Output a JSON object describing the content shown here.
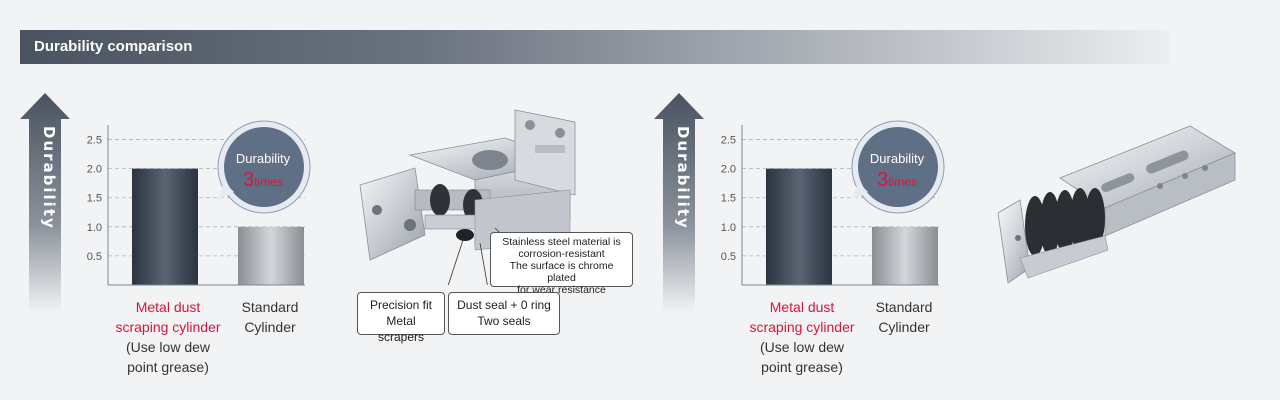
{
  "header": {
    "title": "Durability comparison"
  },
  "colors": {
    "accent_red": "#e0103a",
    "bar_dark": "#3a4452",
    "bar_light": "#9a9ea3",
    "bubble": "#5f6f85"
  },
  "chart_data": [
    {
      "type": "bar",
      "ylabel": "Durability",
      "ylim": [
        0,
        2.75
      ],
      "yticks": [
        "0.5",
        "1.0",
        "1.5",
        "2.0",
        "2.5"
      ],
      "ytick_values": [
        0.5,
        1.0,
        1.5,
        2.0,
        2.5
      ],
      "grid": true,
      "categories": [
        "Metal dust scraping cylinder (Use low dew point grease)",
        "Standard Cylinder"
      ],
      "values": [
        2.0,
        1.0
      ],
      "annotation": {
        "word": "Durability",
        "number": "3",
        "unit": "times"
      },
      "category_lines": [
        {
          "red": [
            "Metal dust",
            "scraping cylinder"
          ],
          "dark": [
            "(Use low dew",
            "point grease)"
          ]
        },
        {
          "dark": [
            "Standard",
            "Cylinder"
          ]
        }
      ]
    },
    {
      "type": "bar",
      "ylabel": "Durability",
      "ylim": [
        0,
        2.75
      ],
      "yticks": [
        "0.5",
        "1.0",
        "1.5",
        "2.0",
        "2.5"
      ],
      "ytick_values": [
        0.5,
        1.0,
        1.5,
        2.0,
        2.5
      ],
      "grid": true,
      "categories": [
        "Metal dust scraping cylinder (Use low dew point grease)",
        "Standard Cylinder"
      ],
      "values": [
        2.0,
        1.0
      ],
      "annotation": {
        "word": "Durability",
        "number": "3",
        "unit": "times"
      },
      "category_lines": [
        {
          "red": [
            "Metal dust",
            "scraping cylinder"
          ],
          "dark": [
            "(Use low dew",
            "point grease)"
          ]
        },
        {
          "dark": [
            "Standard",
            "Cylinder"
          ]
        }
      ]
    }
  ],
  "callouts": {
    "stainless": [
      "Stainless steel material is",
      "corrosion-resistant",
      "The surface is chrome plated",
      "for wear resistance"
    ],
    "precision": [
      "Precision fit",
      "Metal scrapers"
    ],
    "seal": [
      "Dust seal + 0 ring",
      "Two seals"
    ]
  }
}
